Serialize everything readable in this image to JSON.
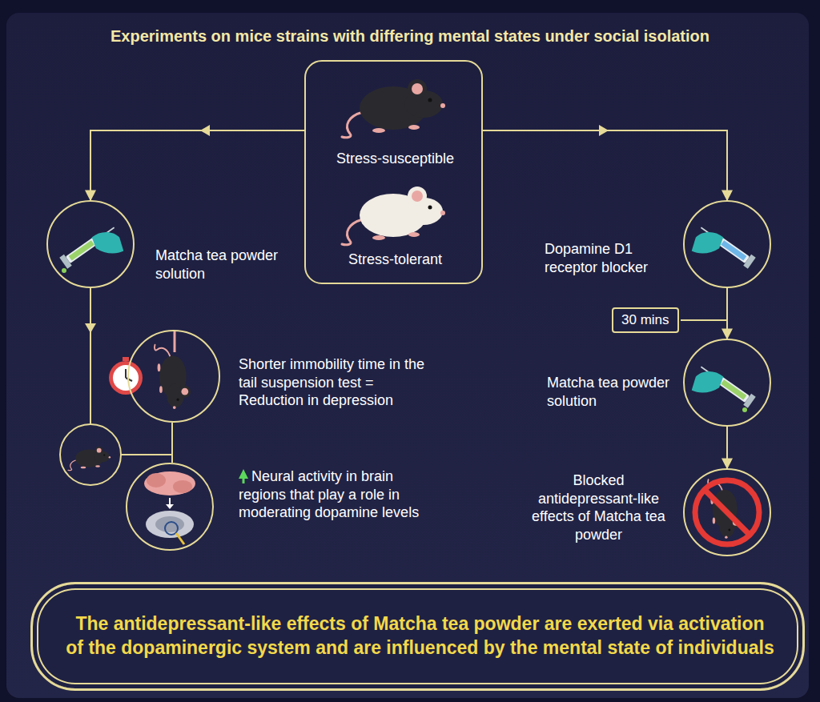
{
  "diagram": {
    "title": "Experiments on mice strains with differing mental states under social isolation",
    "nodes": [
      {
        "text": [
          "Stress-susceptible",
          "Stress-tolerant"
        ]
      },
      {
        "text": [
          "Matcha tea powder solution"
        ]
      },
      {
        "text": [
          "Shorter immobility time in the tail suspension test = Reduction in depression"
        ]
      },
      {
        "text": [
          "Neural activity in brain regions that play a role in moderating dopamine levels"
        ]
      },
      {
        "text": [
          "Dopamine D1 receptor blocker"
        ]
      },
      {
        "text": [
          "30 mins"
        ]
      },
      {
        "text": [
          "Matcha tea powder solution"
        ]
      },
      {
        "text": [
          "Blocked antidepressant-like effects of Matcha tea powder"
        ]
      },
      {
        "text": [
          "The antidepressant-like effects of Matcha tea powder are exerted via activation of the dopaminergic system and are influenced by the mental state of individuals"
        ]
      }
    ],
    "edges": [
      {
        "from": 0,
        "to": 1,
        "arrow": "to"
      },
      {
        "from": 0,
        "to": 4,
        "arrow": "to"
      },
      {
        "from": 1,
        "to": 2,
        "arrow": "none"
      },
      {
        "from": 1,
        "to": 3,
        "arrow": "none"
      },
      {
        "from": 4,
        "to": 6,
        "arrow": "to"
      },
      {
        "from": 6,
        "to": 7,
        "arrow": "to"
      }
    ]
  }
}
